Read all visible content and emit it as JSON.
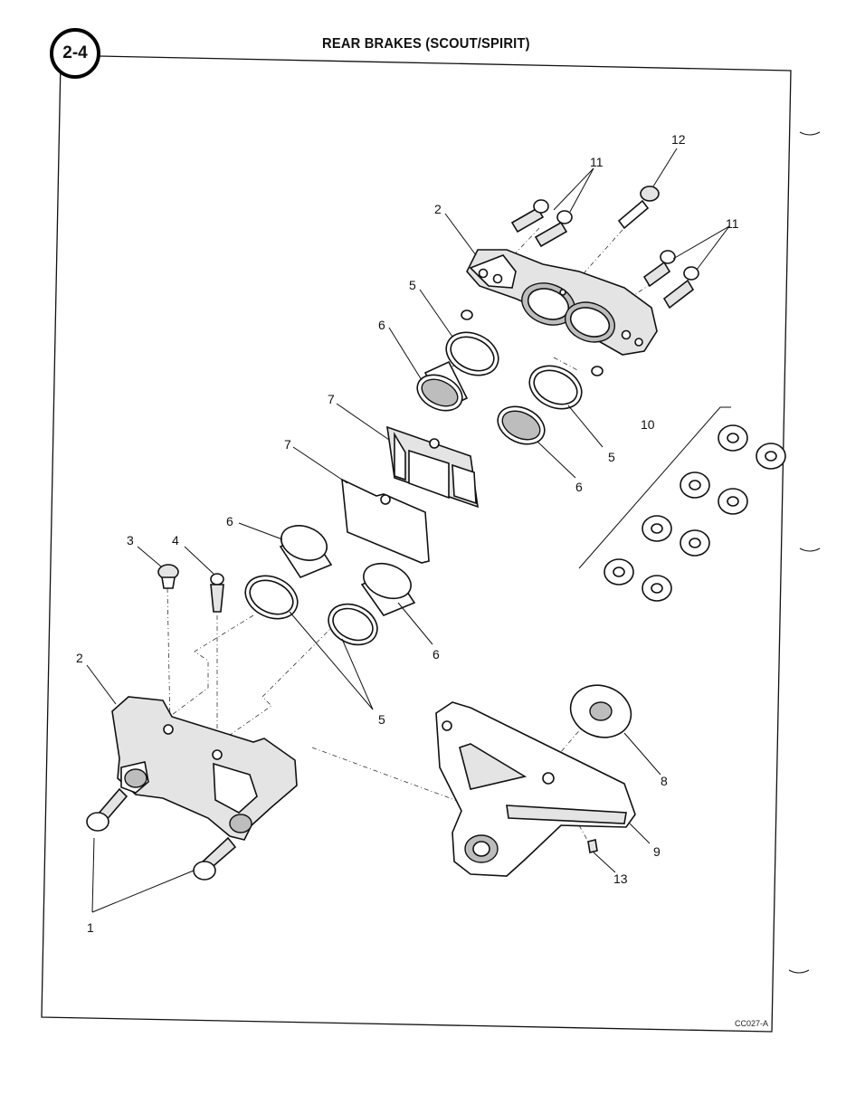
{
  "page": {
    "number": "2-4",
    "title": "REAR BRAKES (SCOUT/SPIRIT)",
    "figure_code": "CC027-A"
  },
  "callouts": {
    "c1": "1",
    "c2a": "2",
    "c2b": "2",
    "c3": "3",
    "c4": "4",
    "c5a": "5",
    "c5b": "5",
    "c5c": "5",
    "c6a": "6",
    "c6b": "6",
    "c6c": "6",
    "c6d": "6",
    "c7a": "7",
    "c7b": "7",
    "c8": "8",
    "c9": "9",
    "c10": "10",
    "c11a": "11",
    "c11b": "11",
    "c12": "12",
    "c13": "13"
  }
}
